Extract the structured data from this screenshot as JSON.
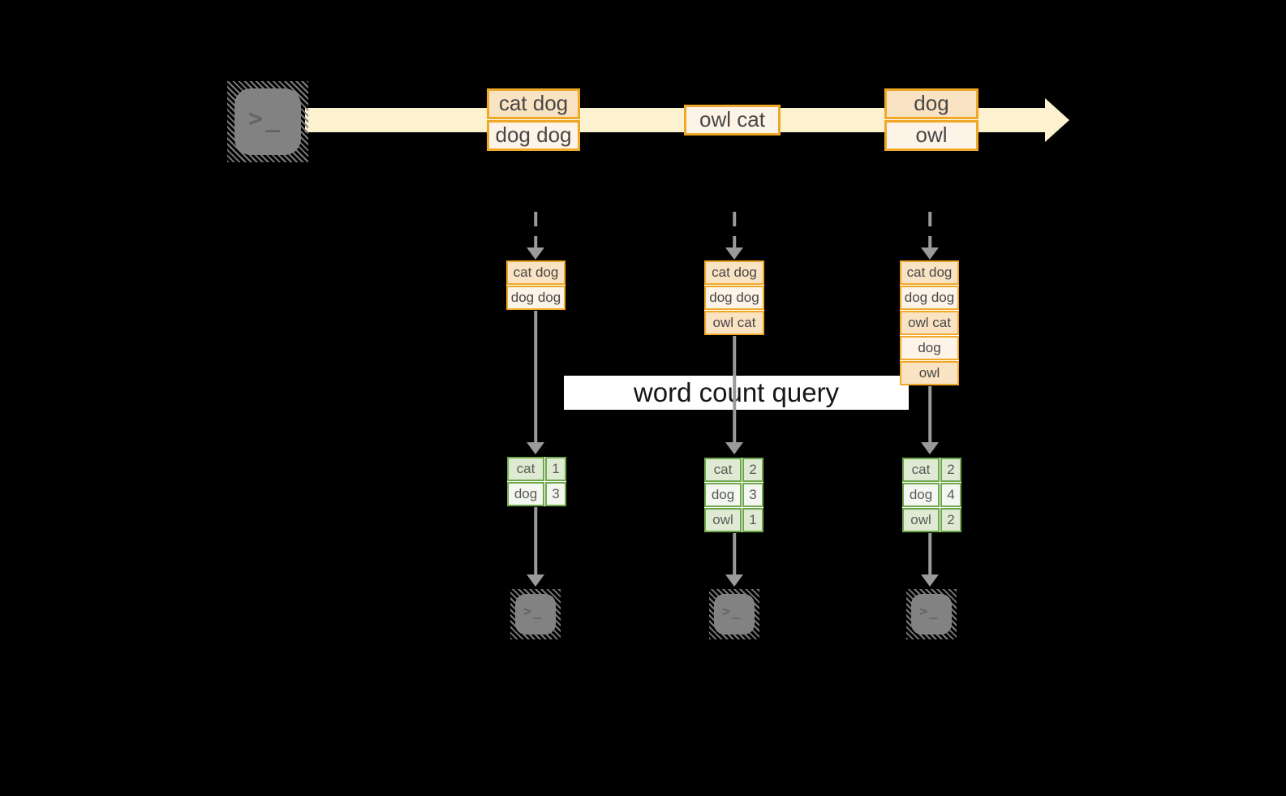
{
  "icons": {
    "terminal_glyph": ">_"
  },
  "query_label": "word count query",
  "stream": {
    "records": [
      {
        "cells": [
          "cat dog",
          "dog dog"
        ]
      },
      {
        "cells": [
          "owl cat"
        ]
      },
      {
        "cells": [
          "dog",
          "owl"
        ]
      }
    ]
  },
  "stacks": [
    {
      "cells": [
        "cat dog",
        "dog dog"
      ]
    },
    {
      "cells": [
        "cat dog",
        "dog dog",
        "owl cat"
      ]
    },
    {
      "cells": [
        "cat dog",
        "dog dog",
        "owl cat",
        "dog",
        "owl"
      ]
    }
  ],
  "count_tables": [
    {
      "rows": [
        {
          "word": "cat",
          "count": "1"
        },
        {
          "word": "dog",
          "count": "3"
        }
      ]
    },
    {
      "rows": [
        {
          "word": "cat",
          "count": "2"
        },
        {
          "word": "dog",
          "count": "3"
        },
        {
          "word": "owl",
          "count": "1"
        }
      ]
    },
    {
      "rows": [
        {
          "word": "cat",
          "count": "2"
        },
        {
          "word": "dog",
          "count": "4"
        },
        {
          "word": "owl",
          "count": "2"
        }
      ]
    }
  ],
  "colors": {
    "background": "#000000",
    "stream_band": "#fcf2cf",
    "record_border": "#efa827",
    "record_fill_dark": "#fae3c3",
    "record_fill_light": "#fdf3e6",
    "table_border": "#6fa84c",
    "table_fill_dark": "#dfead2",
    "table_fill_light": "#f3f7ef",
    "arrow_gray": "#9a9a9a",
    "terminal_gray": "#828282",
    "query_label_bg": "#ffffff"
  }
}
